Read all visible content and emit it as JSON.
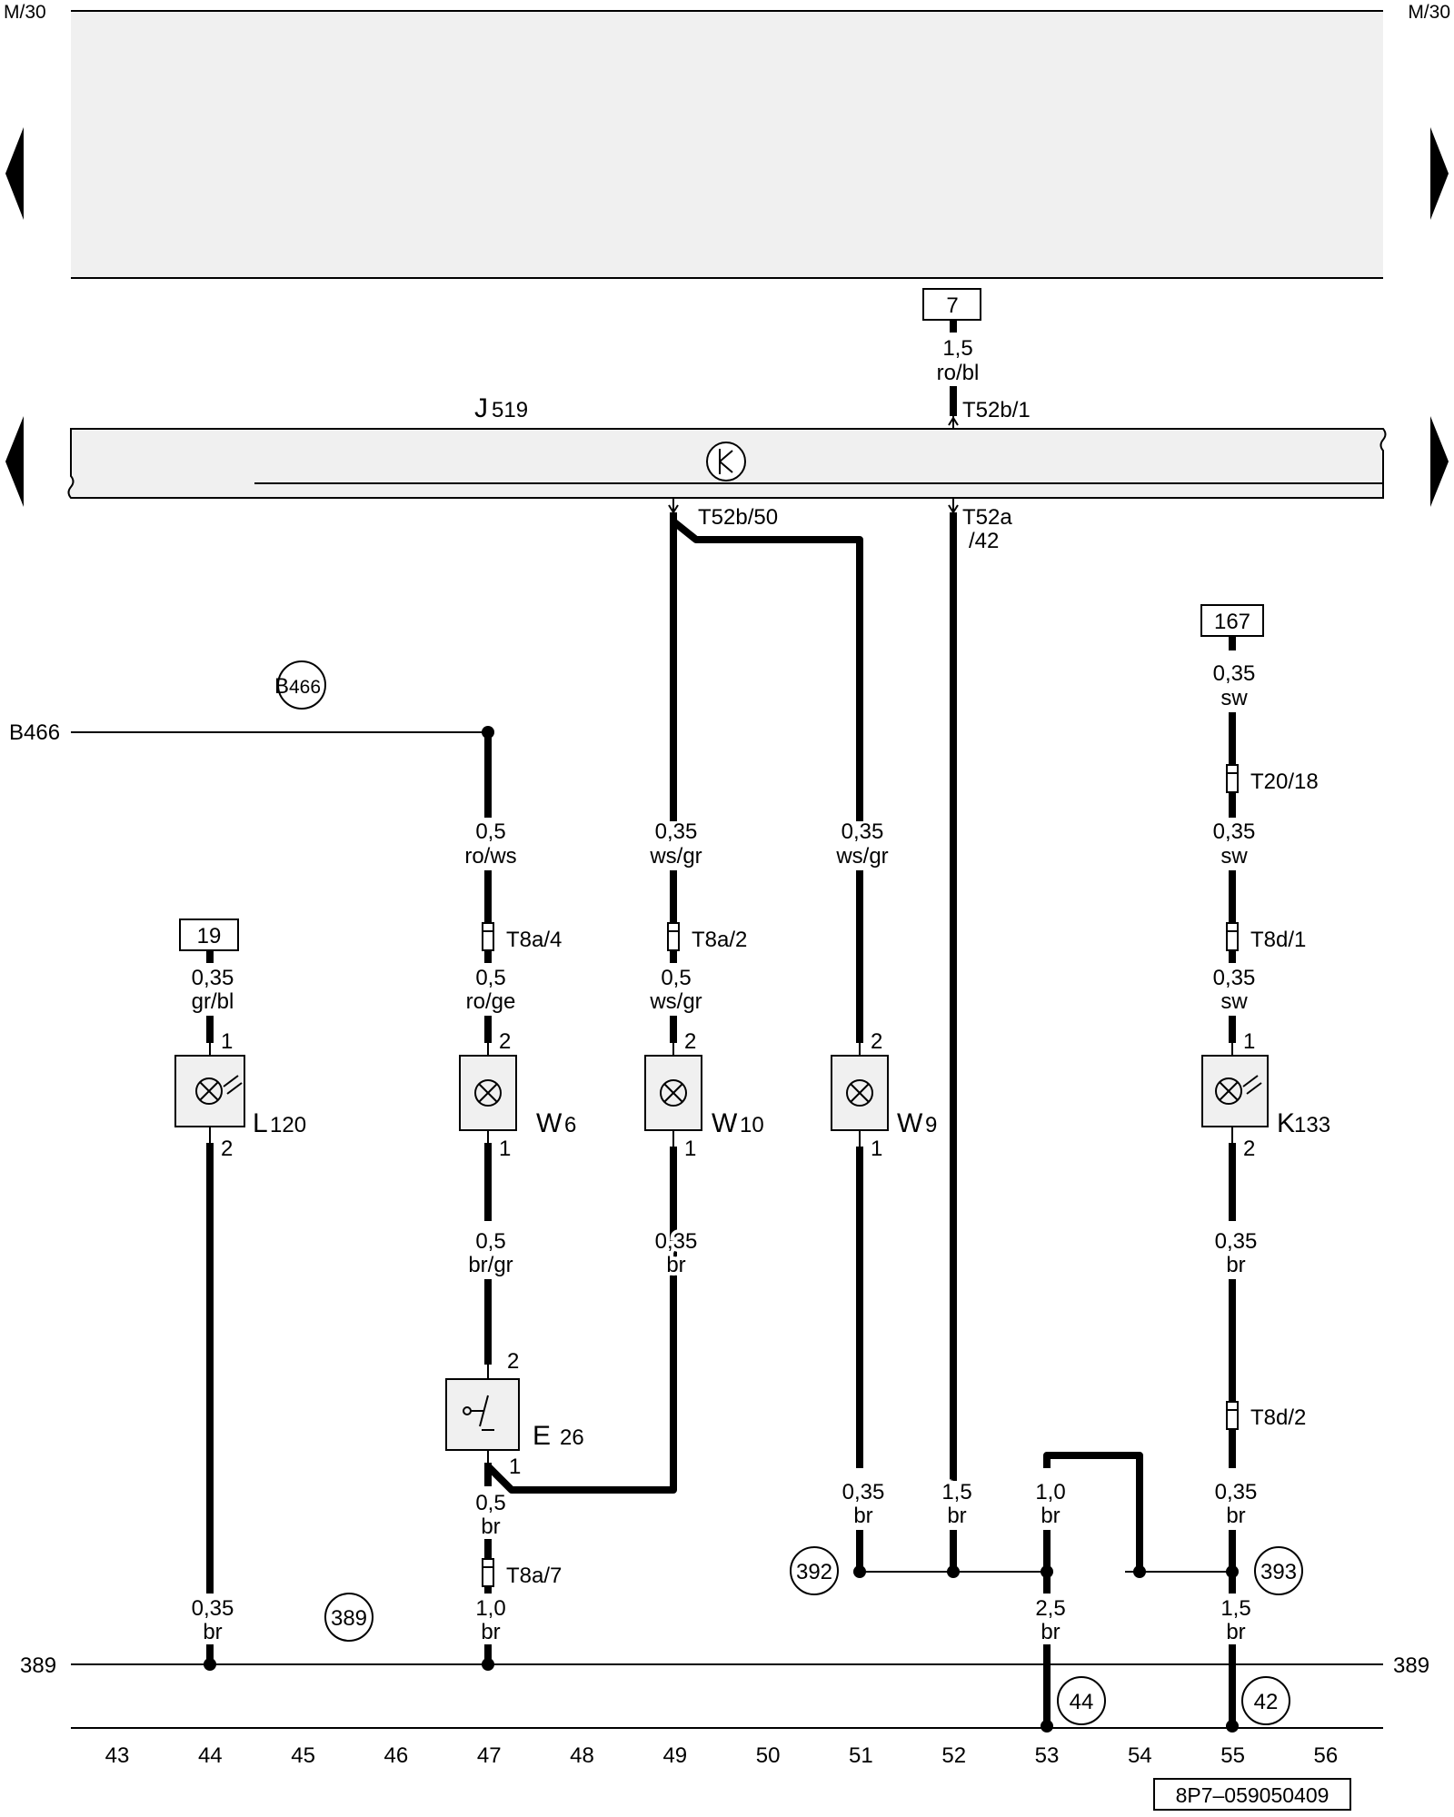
{
  "header": {
    "ref_left": "M/30",
    "ref_right": "M/30"
  },
  "control_unit": {
    "prefix": "J",
    "number": "519"
  },
  "connectors": {
    "t52b_1": "T52b/1",
    "t52b_50": "T52b/50",
    "t52a": "T52a",
    "t52a_pin": "/42",
    "t8a_4": "T8a/4",
    "t8a_2": "T8a/2",
    "t8a_7": "T8a/7",
    "t20_18": "T20/18",
    "t8d_1": "T8d/1",
    "t8d_2": "T8d/2"
  },
  "refs": {
    "r7": "7",
    "r19": "19",
    "r167": "167"
  },
  "wires": {
    "w52_top": {
      "gauge": "1,5",
      "color": "ro/bl"
    },
    "w47_a": {
      "gauge": "0,5",
      "color": "ro/ws"
    },
    "w49_a": {
      "gauge": "0,35",
      "color": "ws/gr"
    },
    "w51_a": {
      "gauge": "0,35",
      "color": "ws/gr"
    },
    "w55_a": {
      "gauge": "0,35",
      "color": "sw"
    },
    "w55_b": {
      "gauge": "0,35",
      "color": "sw"
    },
    "w55_c": {
      "gauge": "0,35",
      "color": "sw"
    },
    "w44_a": {
      "gauge": "0,35",
      "color": "gr/bl"
    },
    "w47_b": {
      "gauge": "0,5",
      "color": "ro/ge"
    },
    "w49_b": {
      "gauge": "0,5",
      "color": "ws/gr"
    },
    "w47_c": {
      "gauge": "0,5",
      "color": "br/gr"
    },
    "w49_c": {
      "gauge": "0,35",
      "color": "br"
    },
    "w55_d": {
      "gauge": "0,35",
      "color": "br"
    },
    "w47_d": {
      "gauge": "0,5",
      "color": "br"
    },
    "w51_b": {
      "gauge": "0,35",
      "color": "br"
    },
    "w52_b": {
      "gauge": "1,5",
      "color": "br"
    },
    "w53_a": {
      "gauge": "1,0",
      "color": "br"
    },
    "w55_e": {
      "gauge": "0,35",
      "color": "br"
    },
    "w44_b": {
      "gauge": "0,35",
      "color": "br"
    },
    "w47_e": {
      "gauge": "1,0",
      "color": "br"
    },
    "w53_b": {
      "gauge": "2,5",
      "color": "br"
    },
    "w55_f": {
      "gauge": "1,5",
      "color": "br"
    }
  },
  "components": {
    "l120": {
      "prefix": "L",
      "number": "120"
    },
    "w6": {
      "prefix": "W",
      "number": "6"
    },
    "w10": {
      "prefix": "W",
      "number": "10"
    },
    "w9": {
      "prefix": "W",
      "number": "9"
    },
    "k133": {
      "prefix": "K",
      "number": "133"
    },
    "e26": {
      "prefix": "E",
      "number": "26"
    }
  },
  "pins": {
    "p1": "1",
    "p2": "2"
  },
  "junctions": {
    "b466_circle_prefix": "B",
    "b466_circle_number": "466",
    "b466_line": "B466",
    "j389_circle": "389",
    "j392": "392",
    "j393": "393",
    "j44": "44",
    "j42": "42",
    "line_389_left": "389",
    "line_389_right": "389"
  },
  "columns": [
    "43",
    "44",
    "45",
    "46",
    "47",
    "48",
    "49",
    "50",
    "51",
    "52",
    "53",
    "54",
    "55",
    "56"
  ],
  "doc_id": "8P7–059050409"
}
